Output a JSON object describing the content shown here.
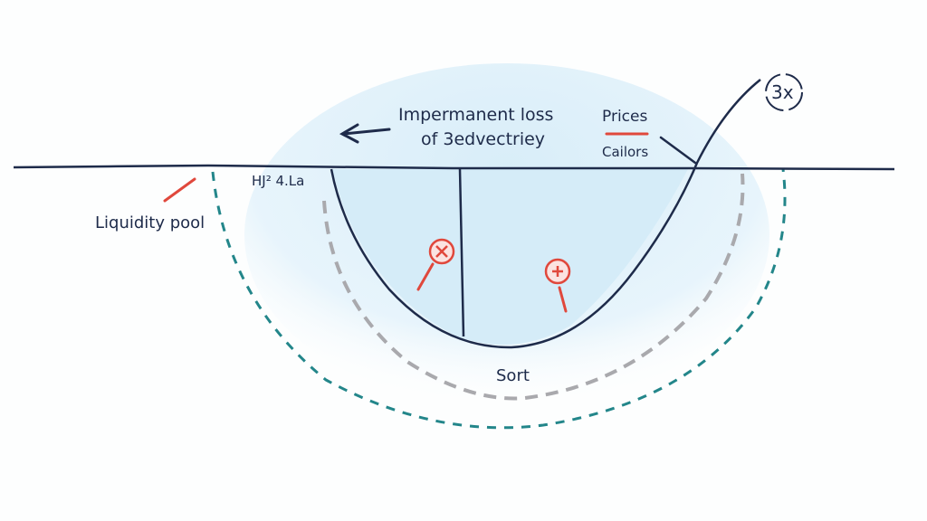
{
  "labels": {
    "title_line1": "Impermanent loss",
    "title_line2": "of 3edvectriey",
    "prices": "Prices",
    "cailors": "Cailors",
    "multiplier": "3x",
    "pool_corner": "HJ² 4.La",
    "liquidity_pool": "Liquidity pool",
    "bottom": "Sort"
  },
  "colors": {
    "ink": "#1e2b4a",
    "accent_red": "#e0483c",
    "teal_dash": "#23868a",
    "gray_dash": "#a9a9ad",
    "pool_fill": "#d5ecf8"
  }
}
